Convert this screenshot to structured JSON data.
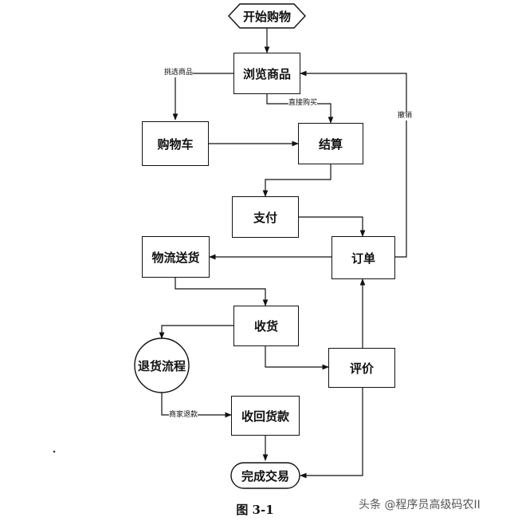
{
  "nodes": {
    "start": "开始购物",
    "browse": "浏览商品",
    "cart": "购物车",
    "checkout": "结算",
    "pay": "支付",
    "logistics": "物流送货",
    "order": "订单",
    "receive": "收货",
    "return_process": "退货流程",
    "review": "评价",
    "refund": "收回货款",
    "complete": "完成交易"
  },
  "edge_labels": {
    "pick_goods": "挑选商品",
    "buy_direct": "直接购买",
    "cancel": "撤销",
    "merchant_refund": "商家退款"
  },
  "caption": "图 3-1",
  "watermark": "头条 @程序员高级码农II"
}
